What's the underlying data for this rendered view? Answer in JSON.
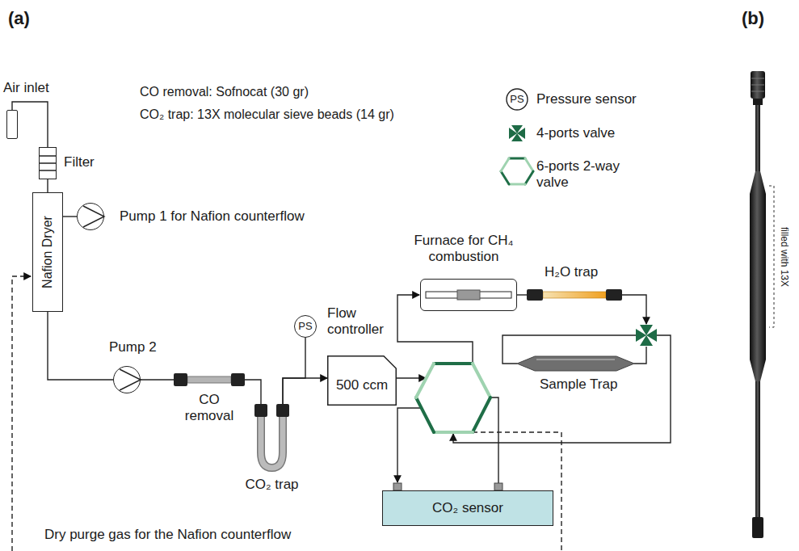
{
  "diagram": {
    "nodes": [
      {
        "text": [
          "Air inlet"
        ]
      },
      {
        "text": [
          "Filter"
        ]
      },
      {
        "text": [
          "Nafion Dryer"
        ]
      },
      {
        "text": [
          "Pump 1 for Nafion counterflow"
        ]
      },
      {
        "text": [
          "Pump 2"
        ]
      },
      {
        "text": [
          "CO removal"
        ]
      },
      {
        "text": [
          "CO₂ trap"
        ]
      },
      {
        "text": [
          "PS"
        ]
      },
      {
        "text": [
          "Flow controller",
          "500 ccm"
        ]
      },
      {
        "text": [
          "Furnace for CH₄ combustion"
        ]
      },
      {
        "text": [
          "H₂O trap"
        ]
      },
      {
        "text": [
          "Sample Trap"
        ]
      },
      {
        "text": [
          "CO₂ sensor"
        ]
      }
    ],
    "edges": [
      {
        "from": 0,
        "to": 1,
        "arrow": "none"
      },
      {
        "from": 1,
        "to": 2,
        "arrow": "none"
      },
      {
        "from": 2,
        "to": 3,
        "arrow": "none"
      },
      {
        "from": 2,
        "to": 4,
        "arrow": "none"
      },
      {
        "from": 4,
        "to": 5,
        "arrow": "none"
      },
      {
        "from": 5,
        "to": 6,
        "arrow": "none"
      },
      {
        "from": 6,
        "to": 8,
        "arrow": "to"
      },
      {
        "from": 6,
        "to": 7,
        "arrow": "none"
      },
      {
        "from": 9,
        "to": 10,
        "arrow": "none"
      }
    ],
    "labels": [
      "(a)",
      "(b)",
      "CO removal: Sofnocat (30 gr)",
      "CO₂ trap: 13X molecular sieve beads (14 gr)",
      "PS",
      "Dry purge gas for the Nafion counterflow",
      "filled with 13X"
    ],
    "legend": [
      {
        "text": "Pressure sensor"
      },
      {
        "text": "4-ports valve"
      },
      {
        "text": "6-ports 2-way valve"
      }
    ]
  }
}
